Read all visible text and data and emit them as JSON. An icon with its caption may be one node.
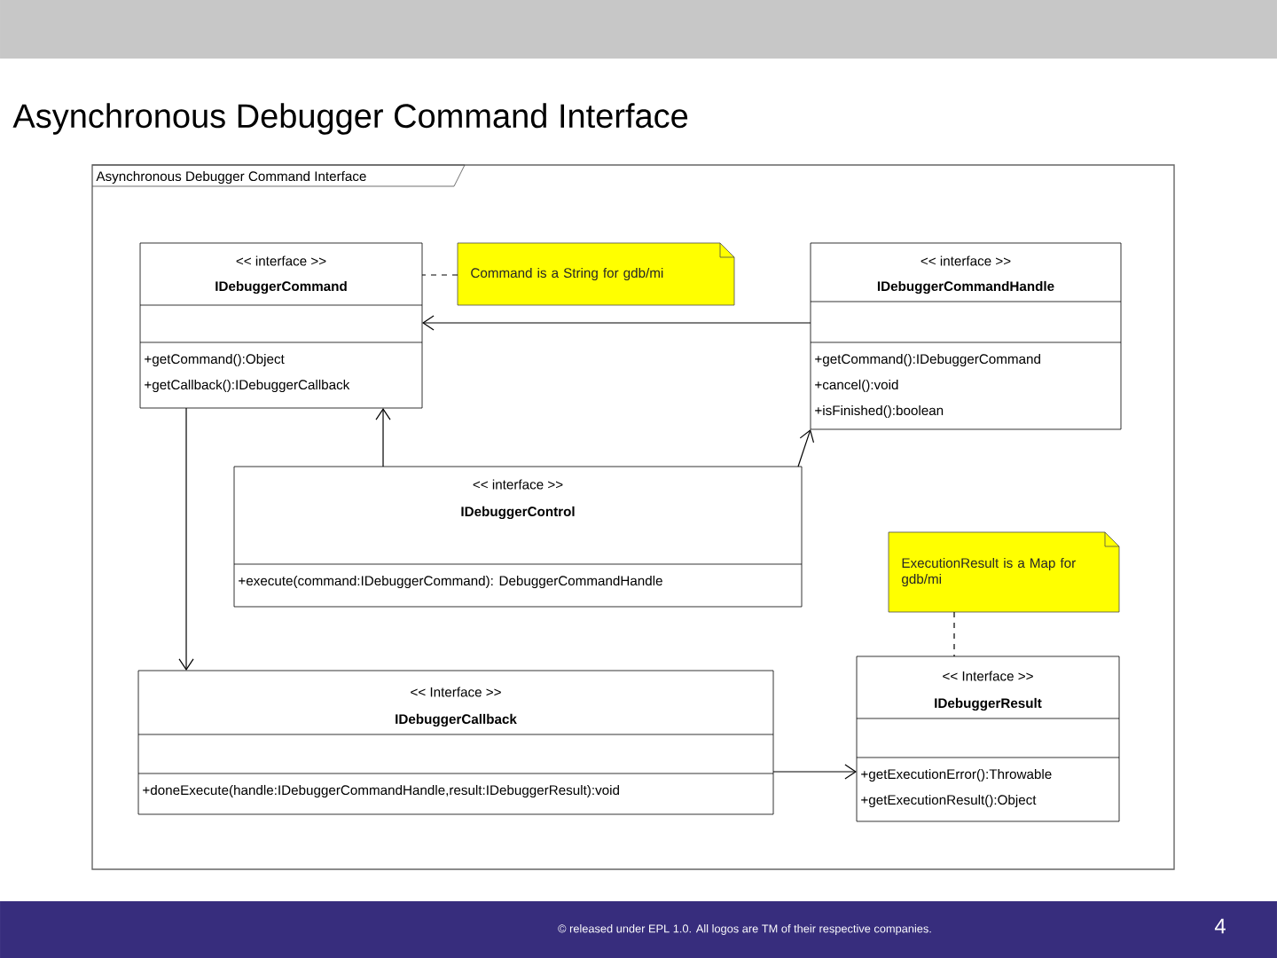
{
  "diagram": {
    "title": "Asynchronous Debugger Command Interface",
    "nodes": [
      {
        "text": [
          "Asynchronous Debugger Command Interface"
        ]
      },
      {
        "text": [
          "<< interface >>",
          "IDebuggerCommand",
          "+getCommand():Object",
          "+getCallback():IDebuggerCallback"
        ],
        "in": 0
      },
      {
        "text": [
          "Command is a String for gdb/mi"
        ],
        "in": 0
      },
      {
        "text": [
          "<< interface >>",
          "IDebuggerCommandHandle",
          "+getCommand():IDebuggerCommand",
          "+cancel():void",
          "+isFinished():boolean"
        ],
        "in": 0
      },
      {
        "text": [
          "<< interface >>",
          "IDebuggerControl",
          "+execute(command:IDebuggerCommand): DebuggerCommandHandle"
        ],
        "in": 0
      },
      {
        "text": [
          "ExecutionResult is a Map for gdb/mi"
        ],
        "in": 0
      },
      {
        "text": [
          "<< Interface >>",
          "IDebuggerCallback",
          "+doneExecute(handle:IDebuggerCommandHandle,result:IDebuggerResult):void"
        ],
        "in": 0
      },
      {
        "text": [
          "<< Interface >>",
          "IDebuggerResult",
          "+getExecutionError():Throwable",
          "+getExecutionResult():Object"
        ],
        "in": 0
      }
    ],
    "edges": [
      {
        "from": 2,
        "to": 1,
        "arrow": "none",
        "style": "dashed"
      },
      {
        "from": 3,
        "to": 1,
        "arrow": "to"
      },
      {
        "from": 1,
        "to": 6,
        "arrow": "to"
      },
      {
        "from": 4,
        "to": 1,
        "arrow": "to"
      },
      {
        "from": 4,
        "to": 3,
        "arrow": "to"
      },
      {
        "from": 6,
        "to": 7,
        "arrow": "to"
      },
      {
        "from": 5,
        "to": 7,
        "arrow": "none",
        "style": "dashed"
      }
    ],
    "labels": [
      "© released under EPL 1.0.  All logos are TM of their respective companies.",
      "4"
    ]
  }
}
